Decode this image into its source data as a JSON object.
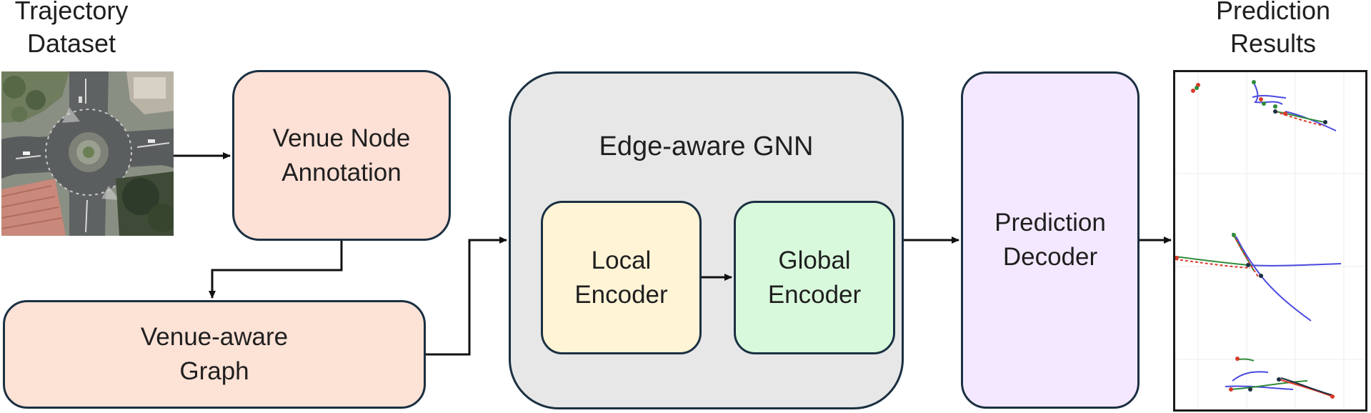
{
  "dataset": {
    "line1": "Trajectory",
    "line2": "Dataset"
  },
  "results_label": {
    "line1": "Prediction",
    "line2": "Results"
  },
  "venue_node": {
    "line1": "Venue Node",
    "line2": "Annotation",
    "fill": "#fde0d6"
  },
  "venue_graph": {
    "line1": "Venue-aware",
    "line2": "Graph",
    "fill": "#fde2d6"
  },
  "gnn": {
    "title": "Edge-aware GNN",
    "fill": "#e7e7e7"
  },
  "local_encoder": {
    "line1": "Local",
    "line2": "Encoder",
    "fill": "#fff4d6"
  },
  "global_encoder": {
    "line1": "Global",
    "line2": "Encoder",
    "fill": "#d9f9dc"
  },
  "decoder": {
    "line1": "Prediction",
    "line2": "Decoder",
    "fill": "#f3e8ff"
  },
  "colors": {
    "border": "#1b3042",
    "arrow": "#111111",
    "ground_truth": "#2e8b3a",
    "prediction": "#d93a2b",
    "history": "#4a4ae0"
  }
}
